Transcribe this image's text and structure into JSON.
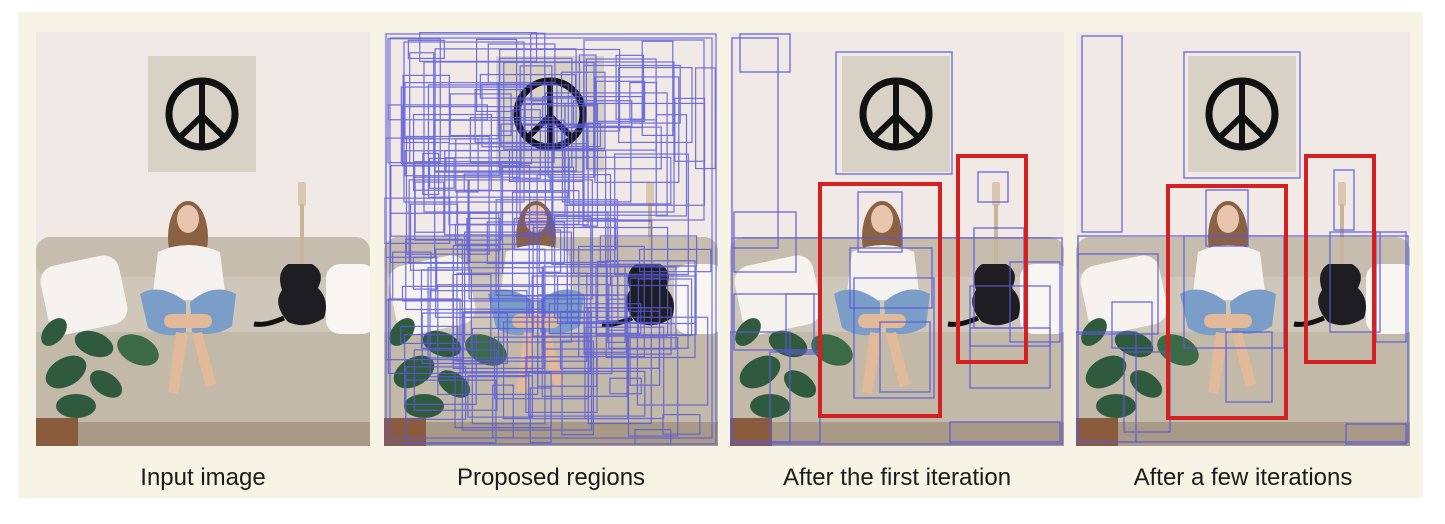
{
  "panels": [
    {
      "caption": "Input image"
    },
    {
      "caption": "Proposed regions"
    },
    {
      "caption": "After the first iteration"
    },
    {
      "caption": "After a few iterations"
    }
  ],
  "colors": {
    "figure_background": "#f7f4e6",
    "proposal_box": "#5a5ad6",
    "detection_box": "#d42020"
  },
  "icons": [
    "peace-sign-icon",
    "guitar-icon"
  ]
}
